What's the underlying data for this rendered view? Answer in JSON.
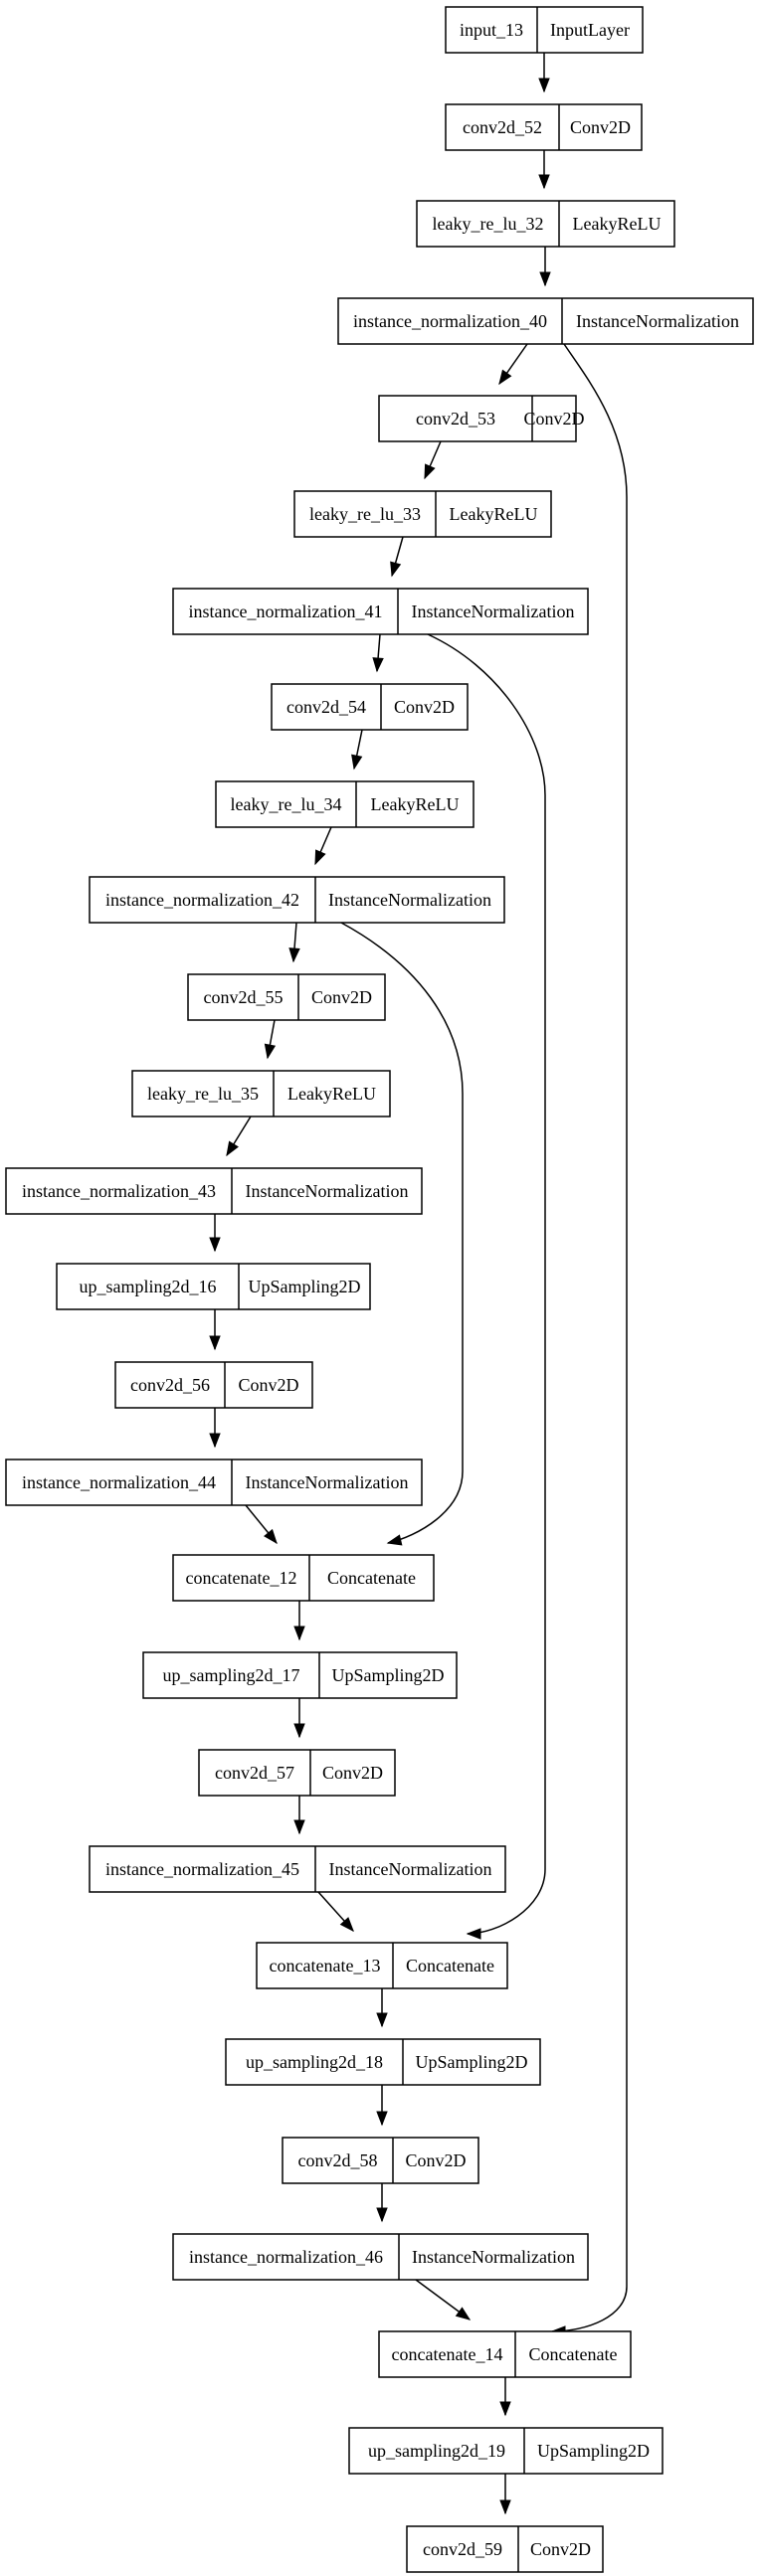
{
  "diagram": {
    "nodes": [
      {
        "id": "input_13",
        "name": "input_13",
        "type": "InputLayer"
      },
      {
        "id": "conv2d_52",
        "name": "conv2d_52",
        "type": "Conv2D"
      },
      {
        "id": "leaky_re_lu_32",
        "name": "leaky_re_lu_32",
        "type": "LeakyReLU"
      },
      {
        "id": "instance_normalization_40",
        "name": "instance_normalization_40",
        "type": "InstanceNormalization"
      },
      {
        "id": "conv2d_53",
        "name": "conv2d_53",
        "type": "Conv2D"
      },
      {
        "id": "leaky_re_lu_33",
        "name": "leaky_re_lu_33",
        "type": "LeakyReLU"
      },
      {
        "id": "instance_normalization_41",
        "name": "instance_normalization_41",
        "type": "InstanceNormalization"
      },
      {
        "id": "conv2d_54",
        "name": "conv2d_54",
        "type": "Conv2D"
      },
      {
        "id": "leaky_re_lu_34",
        "name": "leaky_re_lu_34",
        "type": "LeakyReLU"
      },
      {
        "id": "instance_normalization_42",
        "name": "instance_normalization_42",
        "type": "InstanceNormalization"
      },
      {
        "id": "conv2d_55",
        "name": "conv2d_55",
        "type": "Conv2D"
      },
      {
        "id": "leaky_re_lu_35",
        "name": "leaky_re_lu_35",
        "type": "LeakyReLU"
      },
      {
        "id": "instance_normalization_43",
        "name": "instance_normalization_43",
        "type": "InstanceNormalization"
      },
      {
        "id": "up_sampling2d_16",
        "name": "up_sampling2d_16",
        "type": "UpSampling2D"
      },
      {
        "id": "conv2d_56",
        "name": "conv2d_56",
        "type": "Conv2D"
      },
      {
        "id": "instance_normalization_44",
        "name": "instance_normalization_44",
        "type": "InstanceNormalization"
      },
      {
        "id": "concatenate_12",
        "name": "concatenate_12",
        "type": "Concatenate"
      },
      {
        "id": "up_sampling2d_17",
        "name": "up_sampling2d_17",
        "type": "UpSampling2D"
      },
      {
        "id": "conv2d_57",
        "name": "conv2d_57",
        "type": "Conv2D"
      },
      {
        "id": "instance_normalization_45",
        "name": "instance_normalization_45",
        "type": "InstanceNormalization"
      },
      {
        "id": "concatenate_13",
        "name": "concatenate_13",
        "type": "Concatenate"
      },
      {
        "id": "up_sampling2d_18",
        "name": "up_sampling2d_18",
        "type": "UpSampling2D"
      },
      {
        "id": "conv2d_58",
        "name": "conv2d_58",
        "type": "Conv2D"
      },
      {
        "id": "instance_normalization_46",
        "name": "instance_normalization_46",
        "type": "InstanceNormalization"
      },
      {
        "id": "concatenate_14",
        "name": "concatenate_14",
        "type": "Concatenate"
      },
      {
        "id": "up_sampling2d_19",
        "name": "up_sampling2d_19",
        "type": "UpSampling2D"
      },
      {
        "id": "conv2d_59",
        "name": "conv2d_59",
        "type": "Conv2D"
      }
    ],
    "edges": [
      {
        "from": "input_13",
        "to": "conv2d_52"
      },
      {
        "from": "conv2d_52",
        "to": "leaky_re_lu_32"
      },
      {
        "from": "leaky_re_lu_32",
        "to": "instance_normalization_40"
      },
      {
        "from": "instance_normalization_40",
        "to": "conv2d_53"
      },
      {
        "from": "instance_normalization_40",
        "to": "concatenate_14"
      },
      {
        "from": "conv2d_53",
        "to": "leaky_re_lu_33"
      },
      {
        "from": "leaky_re_lu_33",
        "to": "instance_normalization_41"
      },
      {
        "from": "instance_normalization_41",
        "to": "conv2d_54"
      },
      {
        "from": "instance_normalization_41",
        "to": "concatenate_13"
      },
      {
        "from": "conv2d_54",
        "to": "leaky_re_lu_34"
      },
      {
        "from": "leaky_re_lu_34",
        "to": "instance_normalization_42"
      },
      {
        "from": "instance_normalization_42",
        "to": "conv2d_55"
      },
      {
        "from": "instance_normalization_42",
        "to": "concatenate_12"
      },
      {
        "from": "conv2d_55",
        "to": "leaky_re_lu_35"
      },
      {
        "from": "leaky_re_lu_35",
        "to": "instance_normalization_43"
      },
      {
        "from": "instance_normalization_43",
        "to": "up_sampling2d_16"
      },
      {
        "from": "up_sampling2d_16",
        "to": "conv2d_56"
      },
      {
        "from": "conv2d_56",
        "to": "instance_normalization_44"
      },
      {
        "from": "instance_normalization_44",
        "to": "concatenate_12"
      },
      {
        "from": "concatenate_12",
        "to": "up_sampling2d_17"
      },
      {
        "from": "up_sampling2d_17",
        "to": "conv2d_57"
      },
      {
        "from": "conv2d_57",
        "to": "instance_normalization_45"
      },
      {
        "from": "instance_normalization_45",
        "to": "concatenate_13"
      },
      {
        "from": "concatenate_13",
        "to": "up_sampling2d_18"
      },
      {
        "from": "up_sampling2d_18",
        "to": "conv2d_58"
      },
      {
        "from": "conv2d_58",
        "to": "instance_normalization_46"
      },
      {
        "from": "instance_normalization_46",
        "to": "concatenate_14"
      },
      {
        "from": "concatenate_14",
        "to": "up_sampling2d_19"
      },
      {
        "from": "up_sampling2d_19",
        "to": "conv2d_59"
      }
    ]
  }
}
